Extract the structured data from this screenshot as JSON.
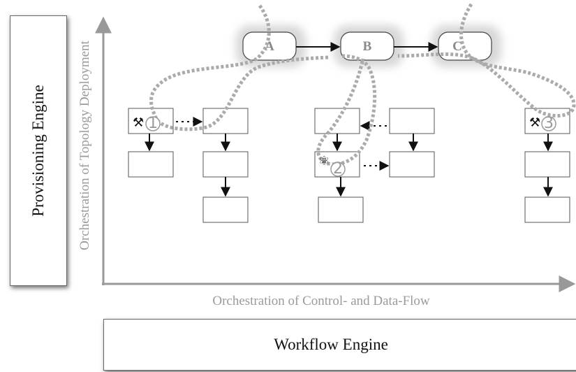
{
  "engines": {
    "provisioning": "Provisioning Engine",
    "workflow": "Workflow Engine"
  },
  "axes": {
    "y_label": "Orchestration of Topology Deployment",
    "x_label": "Orchestration of Control- and Data-Flow"
  },
  "topology_nodes": [
    {
      "label": "A"
    },
    {
      "label": "B"
    },
    {
      "label": "C"
    }
  ],
  "markers": [
    {
      "number": "①",
      "icon": "hammer-icon"
    },
    {
      "number": "②",
      "icon": "atom-icon"
    },
    {
      "number": "③",
      "icon": "hammer-icon"
    }
  ],
  "colors": {
    "axis": "#999999",
    "dotted_path": "#aaaaaa",
    "box_border": "#555555",
    "arrow": "#111111"
  }
}
